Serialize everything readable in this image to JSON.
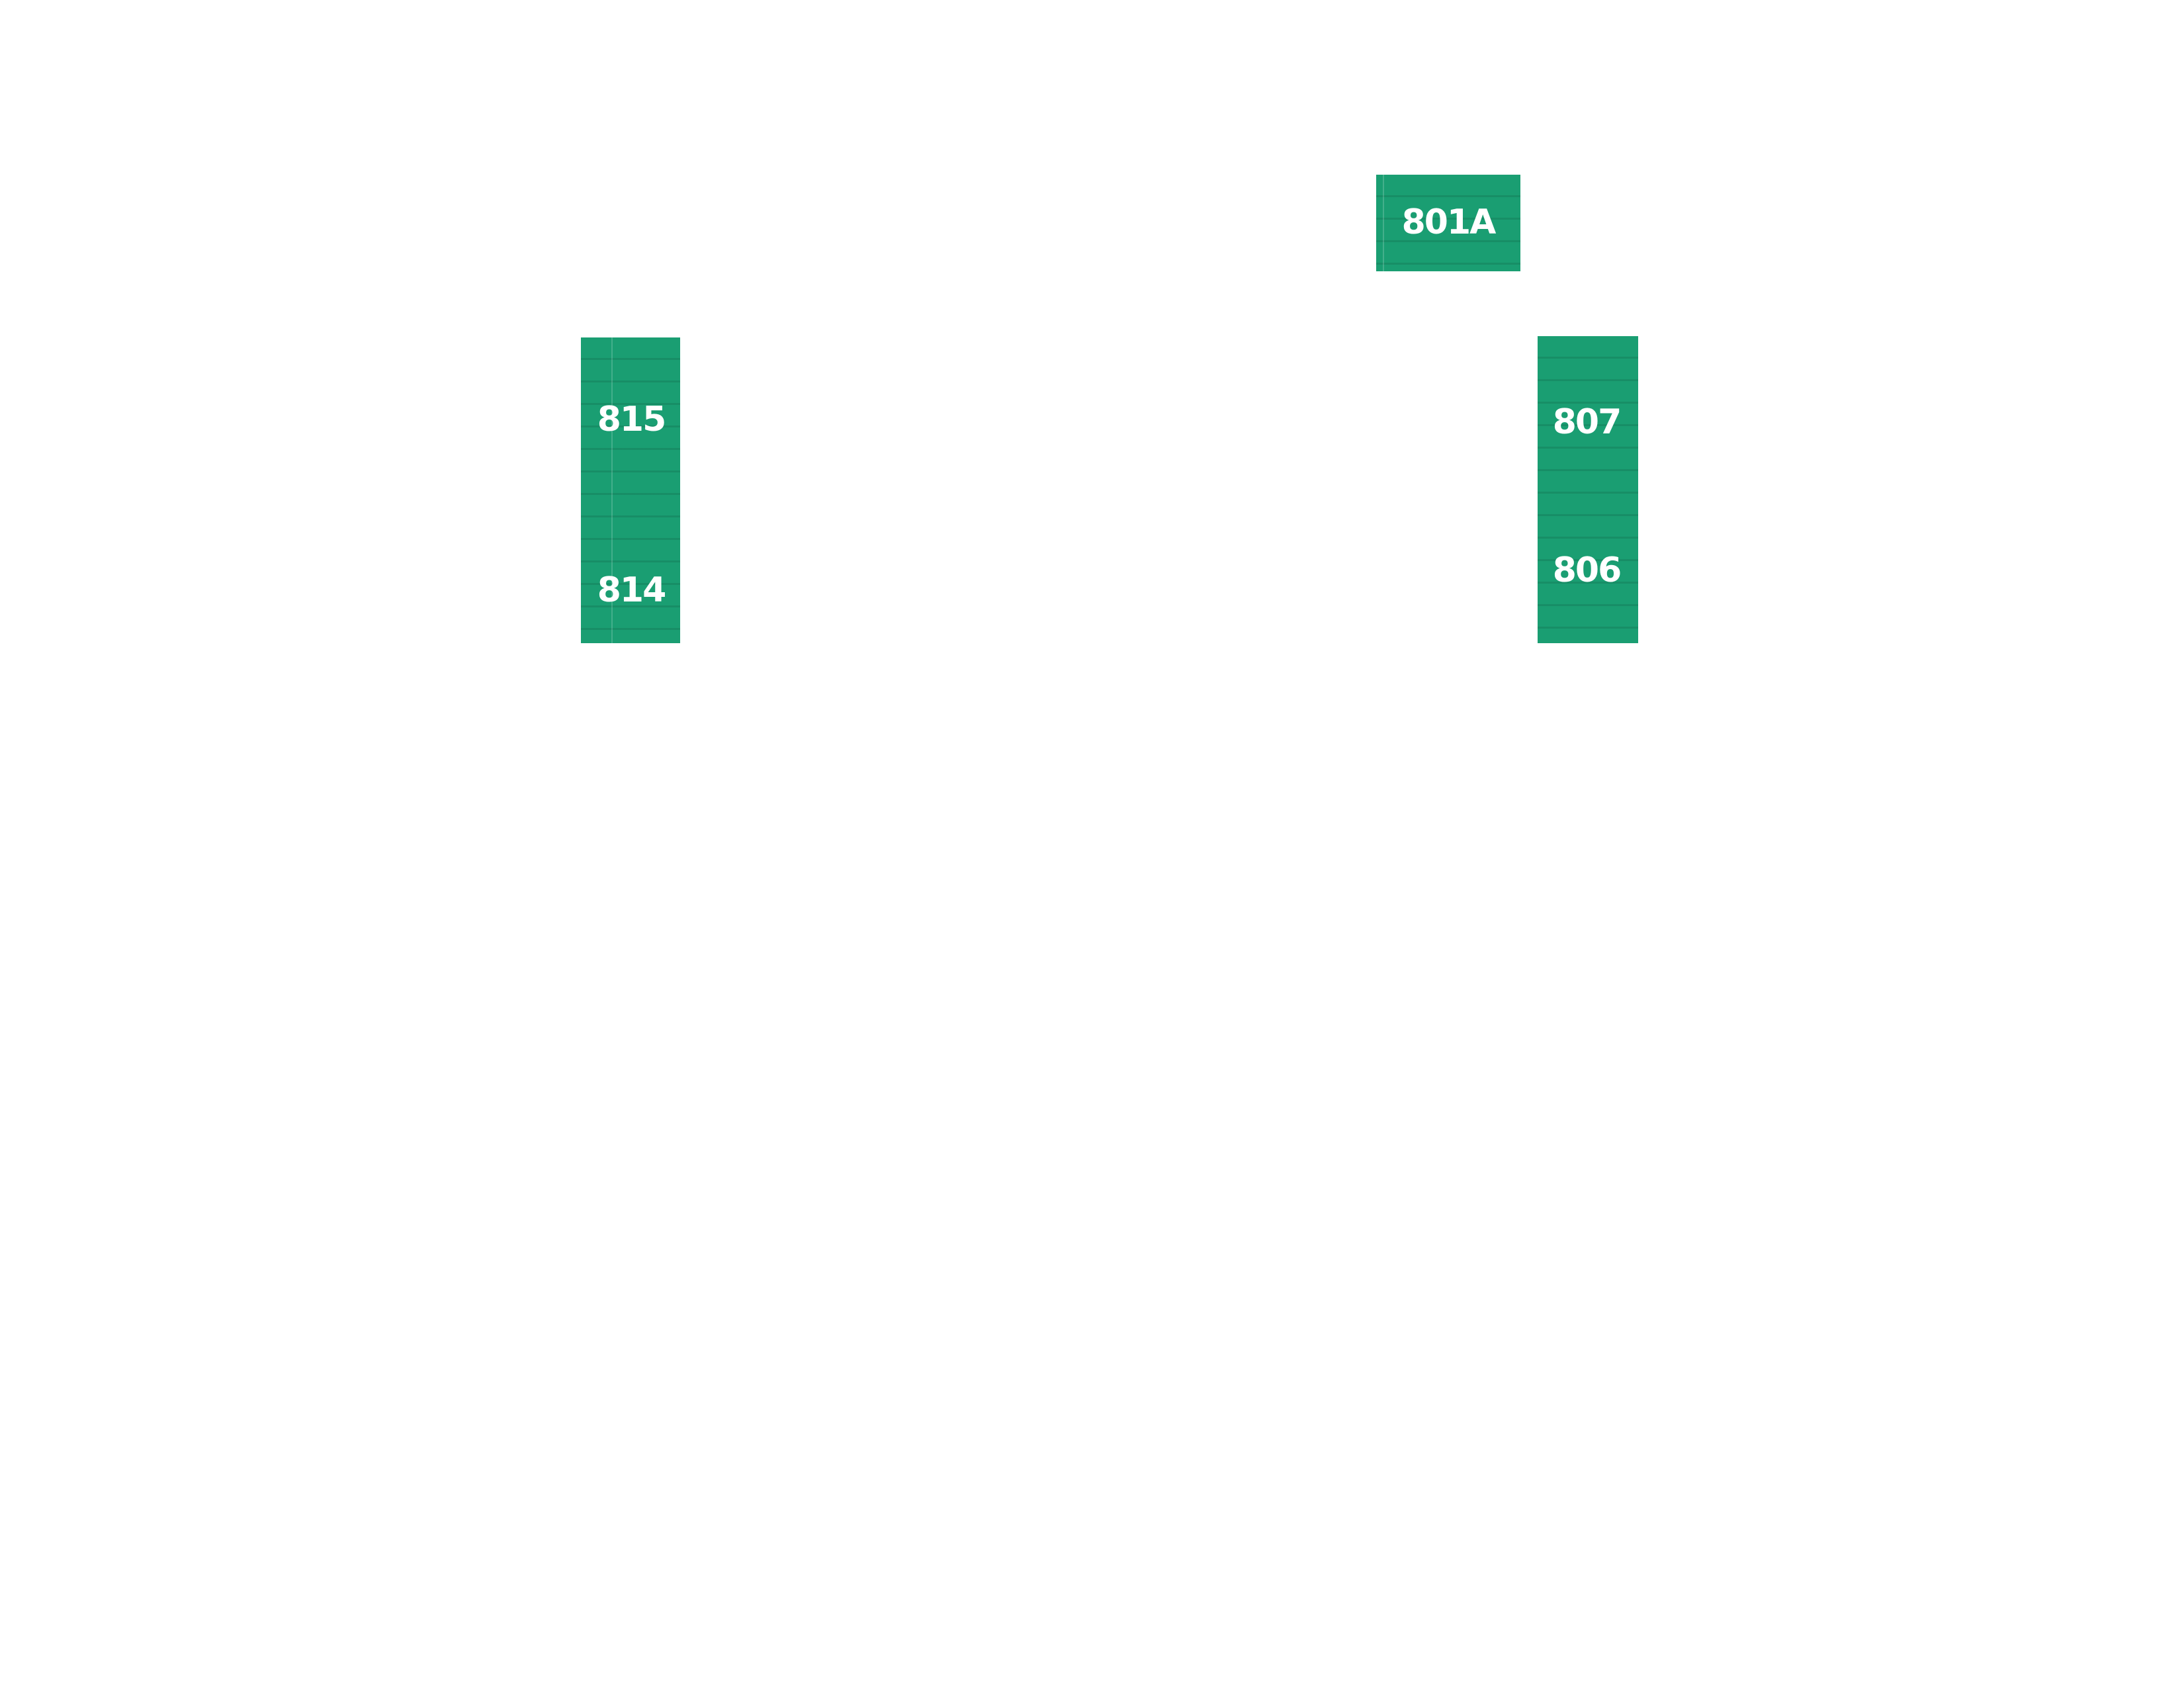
{
  "colors": {
    "room_fill": "#1a9e72",
    "room_label": "#ffffff",
    "background": "#ffffff"
  },
  "rooms": [
    {
      "id": "801A",
      "labels": [
        "801A"
      ]
    },
    {
      "id": "815-814",
      "labels": [
        "815",
        "814"
      ]
    },
    {
      "id": "807-806",
      "labels": [
        "807",
        "806"
      ]
    }
  ]
}
